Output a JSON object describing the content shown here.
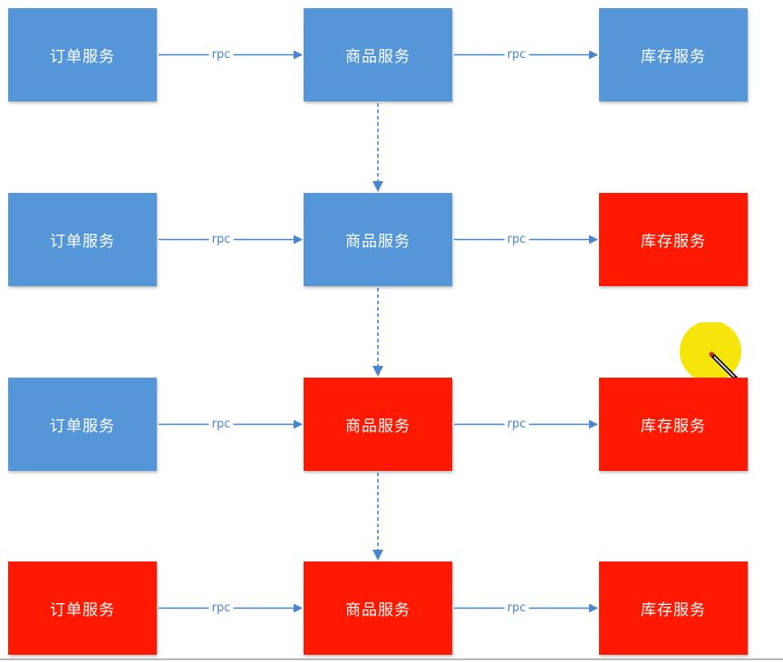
{
  "colors": {
    "healthy": "#5596d9",
    "failed": "#ff1900",
    "arrow": "#4a86cf",
    "pointer_highlight": "#f5e50a"
  },
  "rows": [
    {
      "nodes": [
        {
          "label": "订单服务",
          "status": "healthy"
        },
        {
          "label": "商品服务",
          "status": "healthy"
        },
        {
          "label": "库存服务",
          "status": "healthy"
        }
      ],
      "edges": [
        "rpc",
        "rpc"
      ]
    },
    {
      "nodes": [
        {
          "label": "订单服务",
          "status": "healthy"
        },
        {
          "label": "商品服务",
          "status": "healthy"
        },
        {
          "label": "库存服务",
          "status": "failed"
        }
      ],
      "edges": [
        "rpc",
        "rpc"
      ]
    },
    {
      "nodes": [
        {
          "label": "订单服务",
          "status": "healthy"
        },
        {
          "label": "商品服务",
          "status": "failed"
        },
        {
          "label": "库存服务",
          "status": "failed"
        }
      ],
      "edges": [
        "rpc",
        "rpc"
      ]
    },
    {
      "nodes": [
        {
          "label": "订单服务",
          "status": "failed"
        },
        {
          "label": "商品服务",
          "status": "failed"
        },
        {
          "label": "库存服务",
          "status": "failed"
        }
      ],
      "edges": [
        "rpc",
        "rpc"
      ]
    }
  ],
  "pointer": {
    "icon": "pen-pointer-icon"
  }
}
